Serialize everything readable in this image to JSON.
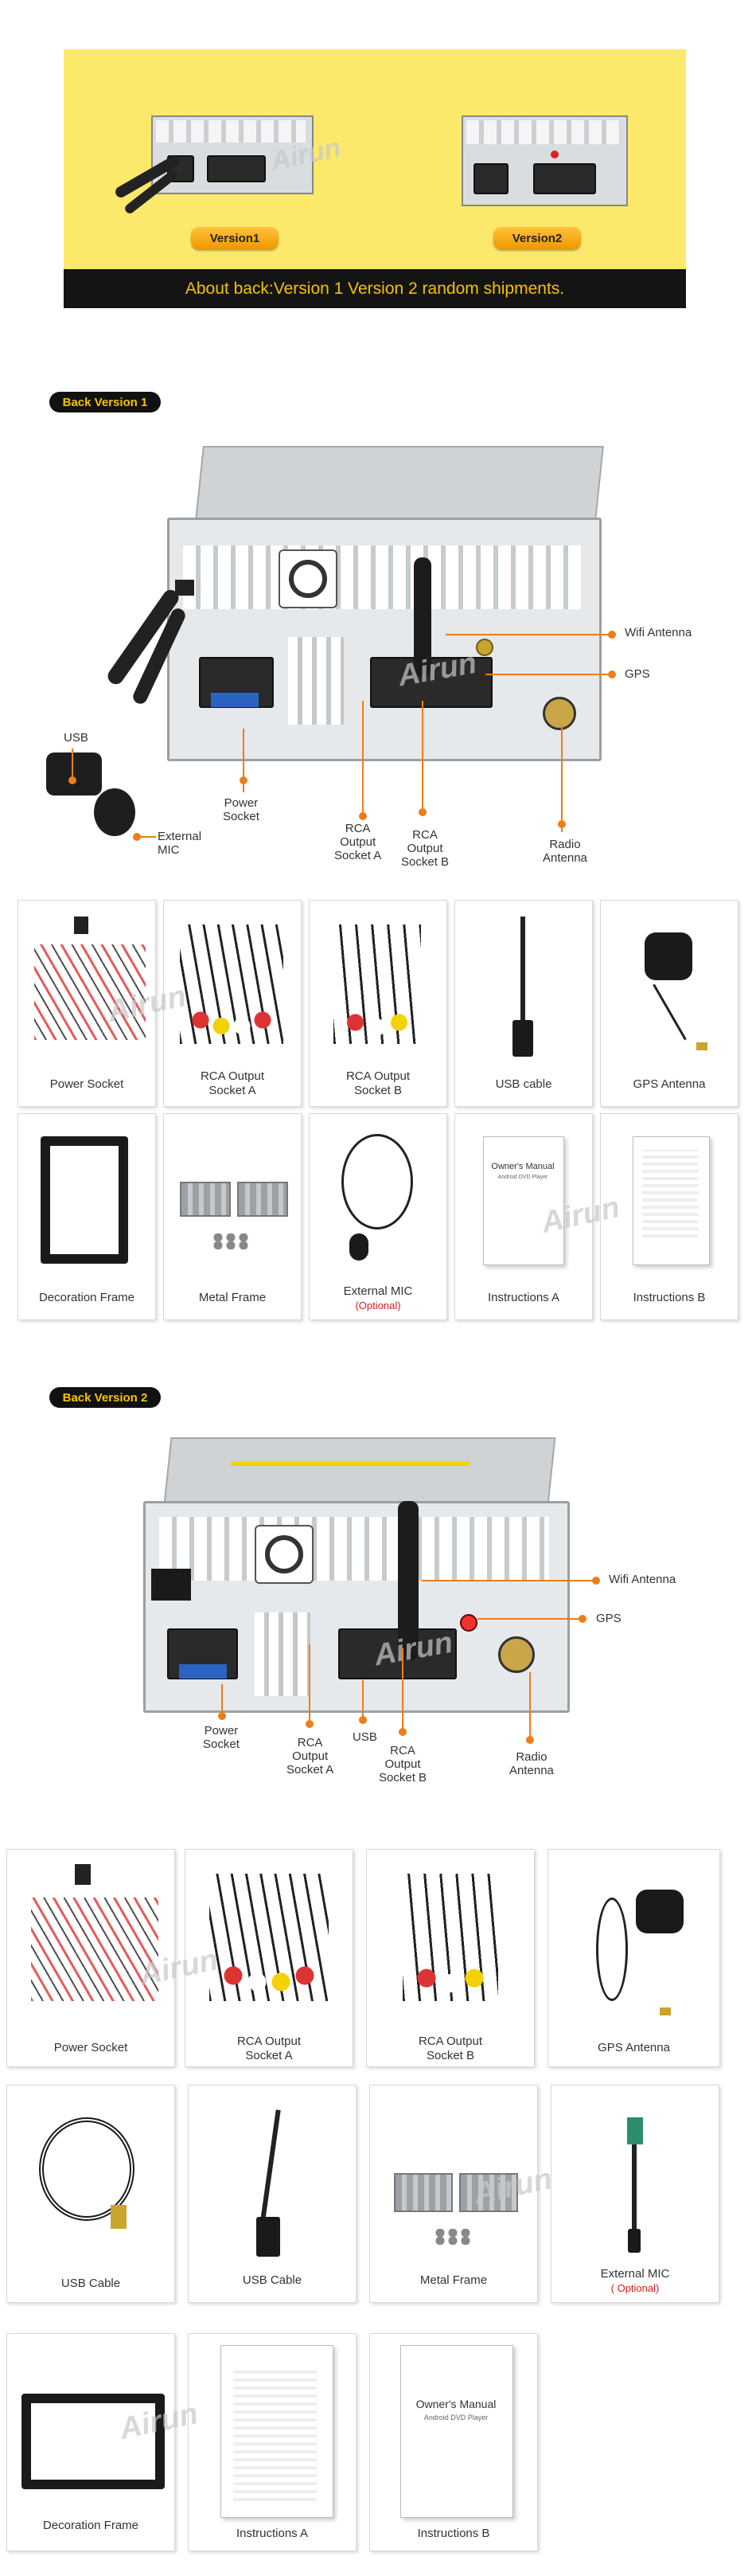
{
  "banner": {
    "version1_label": "Version1",
    "version2_label": "Version2",
    "caption": "About back:Version 1 Version 2 random shipments.",
    "watermark": "Airun"
  },
  "section1": {
    "tag": "Back Version 1",
    "callouts": {
      "wifi": "Wifi Antenna",
      "gps": "GPS",
      "usb": "USB",
      "external_mic": "External\nMIC",
      "power_socket": "Power\nSocket",
      "rca_a": "RCA\nOutput\nSocket A",
      "rca_b": "RCA\nOutput\nSocket B",
      "radio_antenna": "Radio\nAntenna"
    },
    "items": [
      {
        "label": "Power Socket",
        "sub": ""
      },
      {
        "label": "RCA Output\nSocket A",
        "sub": ""
      },
      {
        "label": "RCA Output\nSocket B",
        "sub": ""
      },
      {
        "label": "USB cable",
        "sub": ""
      },
      {
        "label": "GPS Antenna",
        "sub": ""
      },
      {
        "label": "Decoration Frame",
        "sub": ""
      },
      {
        "label": "Metal Frame",
        "sub": ""
      },
      {
        "label": "External MIC",
        "sub": "(Optional)"
      },
      {
        "label": "Instructions A",
        "sub": ""
      },
      {
        "label": "Instructions B",
        "sub": ""
      }
    ],
    "manual_title": "Owner's Manual",
    "manual_sub": "Android DVD Player"
  },
  "section2": {
    "tag": "Back Version 2",
    "callouts": {
      "wifi": "Wifi Antenna",
      "gps": "GPS",
      "power_socket": "Power\nSocket",
      "rca_a": "RCA\nOutput\nSocket A",
      "usb": "USB",
      "rca_b": "RCA\nOutput\nSocket B",
      "radio_antenna": "Radio\nAntenna"
    },
    "items": [
      {
        "label": "Power Socket",
        "sub": ""
      },
      {
        "label": "RCA Output\nSocket A",
        "sub": ""
      },
      {
        "label": "RCA Output\nSocket B",
        "sub": ""
      },
      {
        "label": "GPS Antenna",
        "sub": ""
      },
      {
        "label": "USB Cable",
        "sub": ""
      },
      {
        "label": "USB Cable",
        "sub": ""
      },
      {
        "label": "Metal Frame",
        "sub": ""
      },
      {
        "label": "External MIC",
        "sub": "( Optional)"
      },
      {
        "label": "Decoration Frame",
        "sub": ""
      },
      {
        "label": "Instructions A",
        "sub": ""
      },
      {
        "label": "Instructions B",
        "sub": ""
      }
    ],
    "manual_title": "Owner's Manual",
    "manual_sub": "Android DVD Player"
  },
  "colors": {
    "banner_bg": "#fce86a",
    "callout_accent": "#ef7d17",
    "tag_text": "#f5c400",
    "optional_text": "#d21e1e"
  }
}
